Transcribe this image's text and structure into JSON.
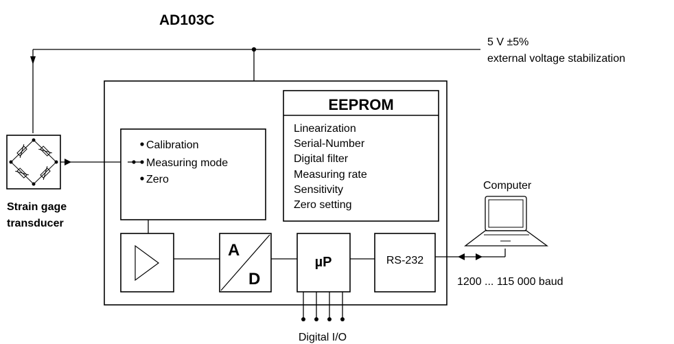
{
  "title": "AD103C",
  "supply": {
    "voltage": "5 V ±5%",
    "description": "external voltage stabilization"
  },
  "eeprom": {
    "header": "EEPROM",
    "items": [
      "Linearization",
      "Serial-Number",
      "Digital filter",
      "Measuring rate",
      "Sensitivity",
      "Zero setting"
    ]
  },
  "modes": {
    "items": [
      "Calibration",
      "Measuring mode",
      "Zero"
    ]
  },
  "transducer": {
    "line1": "Strain gage",
    "line2": "transducer"
  },
  "adc": {
    "top": "A",
    "bottom": "D"
  },
  "micro": {
    "label": "µP"
  },
  "rs232": {
    "label": "RS-232"
  },
  "computer": {
    "label": "Computer"
  },
  "baud": {
    "label": "1200 ...  115 000 baud"
  },
  "digital_io": {
    "label": "Digital I/O"
  }
}
